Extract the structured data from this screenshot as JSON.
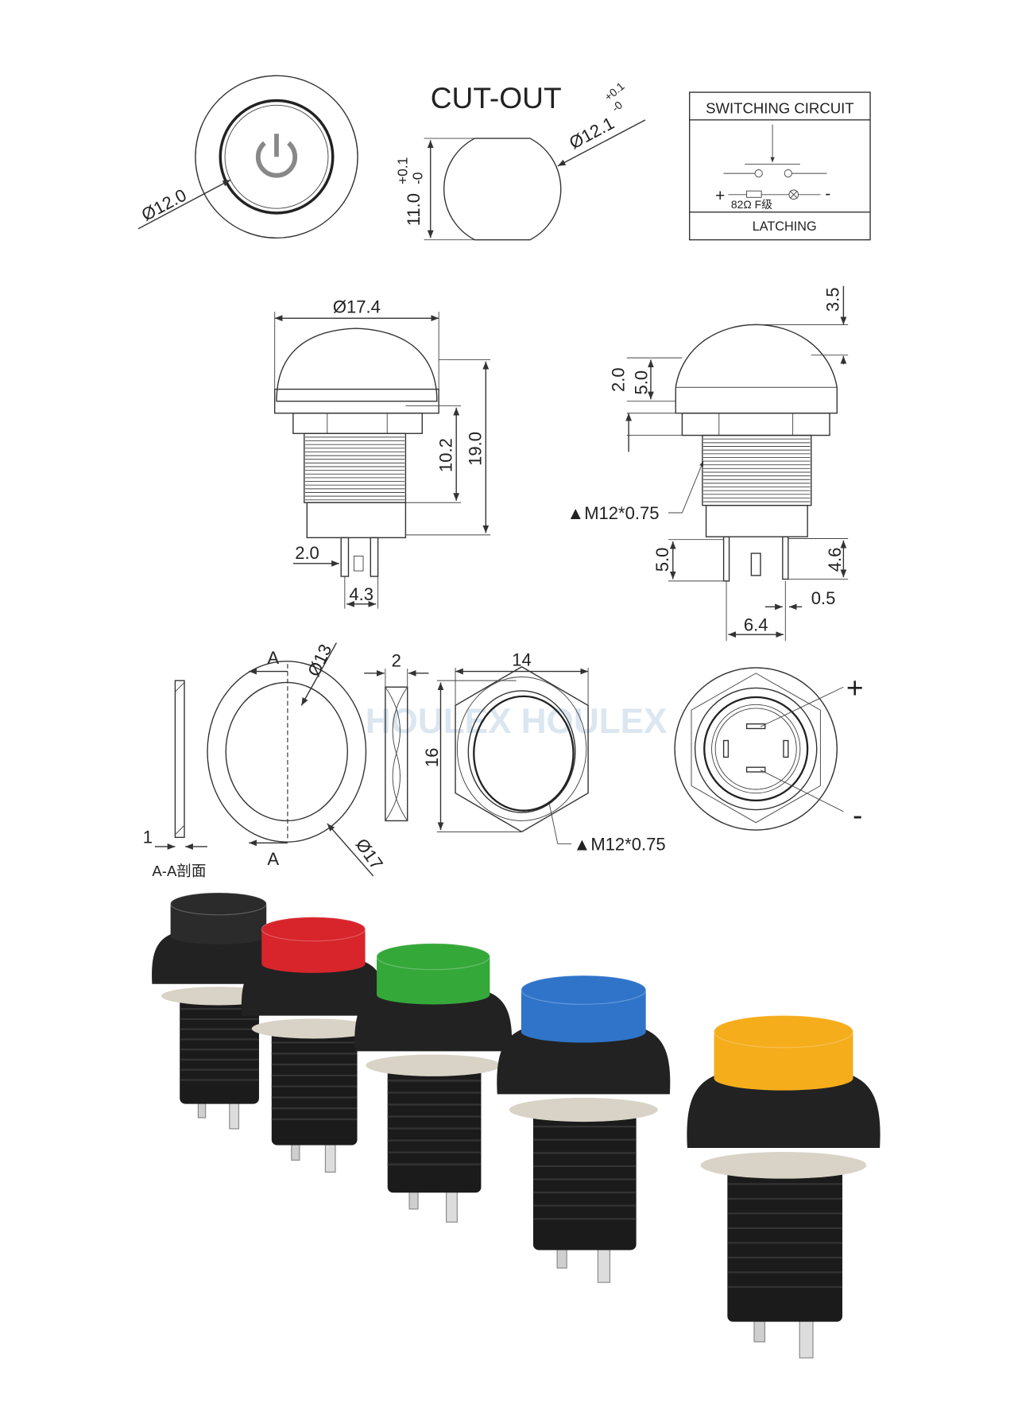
{
  "top": {
    "button_face_dia": "Ø12.0",
    "cutout_title": "CUT-OUT",
    "cutout_tol_plus": "+0.1",
    "cutout_tol_minus": "-0",
    "cutout_dia": "Ø12.1",
    "cutout_height": "11.0",
    "cutout_height_tol_plus": "+0.1",
    "cutout_height_tol_minus": "-0"
  },
  "circuit": {
    "title": "SWITCHING CIRCUIT",
    "plus": "+",
    "minus": "-",
    "resistor": "82Ω F级",
    "mode": "LATCHING"
  },
  "front_view": {
    "cap_dia": "Ø17.4",
    "thread_len": "10.2",
    "total_height": "19.0",
    "pin_width": "2.0",
    "pin_pitch": "4.3"
  },
  "side_view": {
    "dome_height": "3.5",
    "flange": "2.0",
    "cap_height": "5.0",
    "thread": "▲M12*0.75",
    "pin_len": "5.0",
    "pin_len2": "4.6",
    "pin_thk": "0.5",
    "pin_spacing": "6.4"
  },
  "washer": {
    "section_a": "A",
    "inner_dia": "Ø13",
    "outer_dia": "Ø17",
    "thickness": "1",
    "section_label": "A-A剖面"
  },
  "lock_washer": {
    "thickness": "2"
  },
  "hex_nut": {
    "width": "14",
    "height": "16",
    "thread": "▲M12*0.75"
  },
  "rear_view": {
    "plus": "+",
    "minus": "-"
  },
  "watermark": "HOULEX HOULEX",
  "photo": {
    "colors": [
      "#2b2b2b",
      "#d7252b",
      "#35a83a",
      "#2f74c9",
      "#f5ad1c"
    ]
  }
}
